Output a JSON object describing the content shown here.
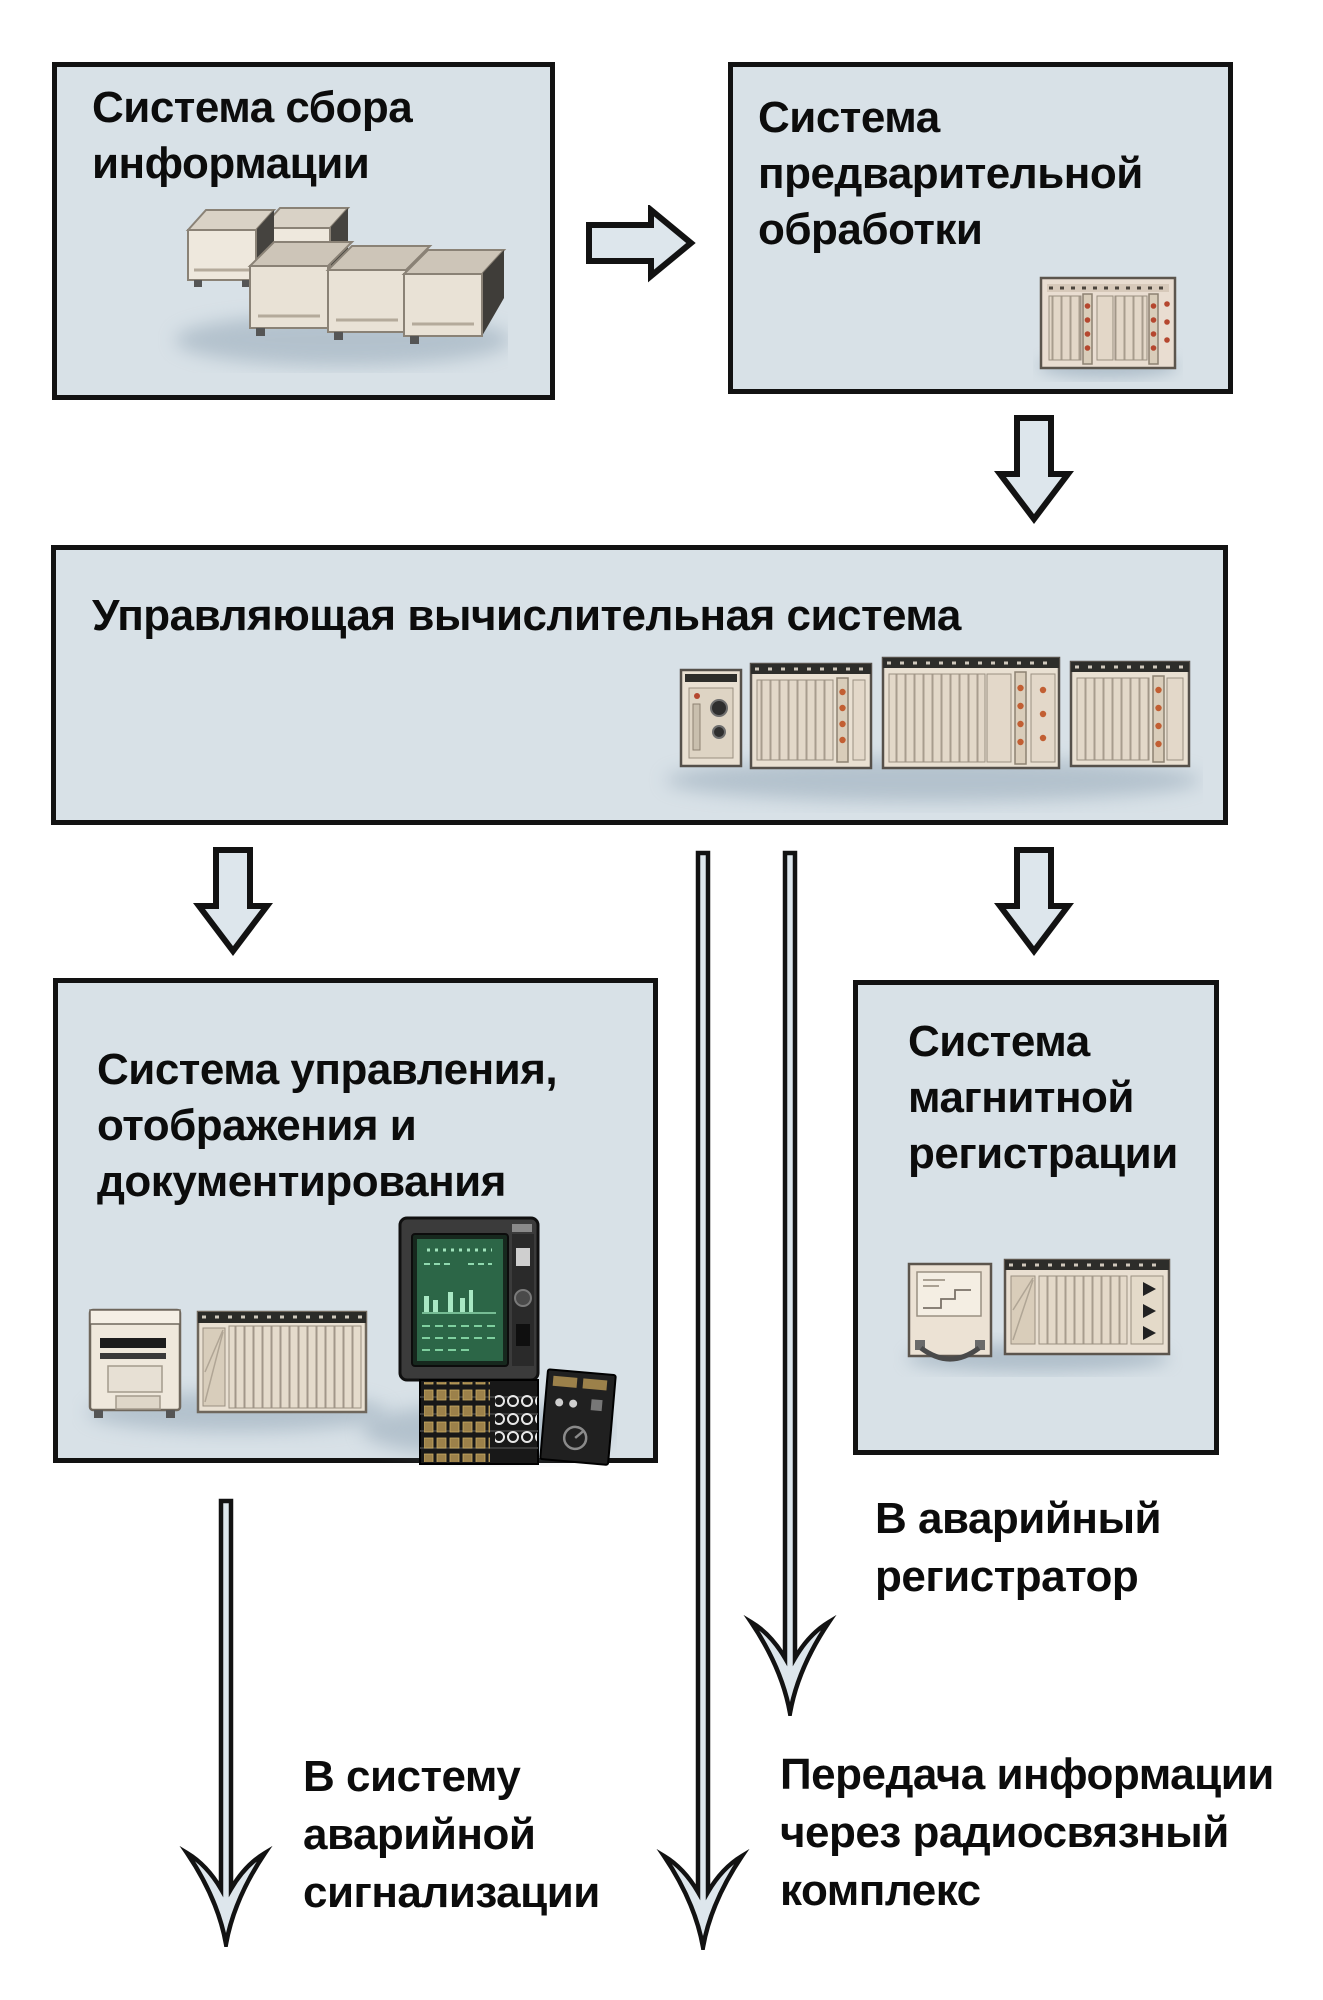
{
  "diagram": {
    "background_color": "#ffffff",
    "box_fill_color": "#d8e1e7",
    "box_border_color": "#121212",
    "arrow_fill_color": "#dde6ec",
    "arrow_outline_color": "#121212",
    "text_color": "#0c0c0c",
    "boxes": {
      "collect": {
        "title": "Система сбора информации"
      },
      "preproc": {
        "title": "Система предварительной обработки"
      },
      "control": {
        "title": "Управляющая вычислительная система"
      },
      "display": {
        "title": "Система управления, отображения и документирования"
      },
      "magnetic": {
        "title": "Система магнитной регистрации"
      }
    },
    "labels": {
      "emergency_recorder": "В аварийный регистратор",
      "alarm_system": "В систему аварийной сигнализации",
      "radio_transfer": "Передача информации через радиосвязный комплекс"
    },
    "images": {
      "collect": "equipment-boxes-photo",
      "preproc": "card-crate-photo",
      "control": "crate-row-photo",
      "display": "console-workstation-photo",
      "magnetic": "recorder-and-crate-photo"
    },
    "arrows": [
      "collect-to-preproc-arrow",
      "preproc-to-control-arrow",
      "control-to-display-arrow",
      "control-to-magnetic-arrow",
      "control-bypass-long-arrow",
      "control-to-radio-arrow",
      "display-to-alarm-arrow"
    ],
    "screen_color": "#2c6647"
  }
}
